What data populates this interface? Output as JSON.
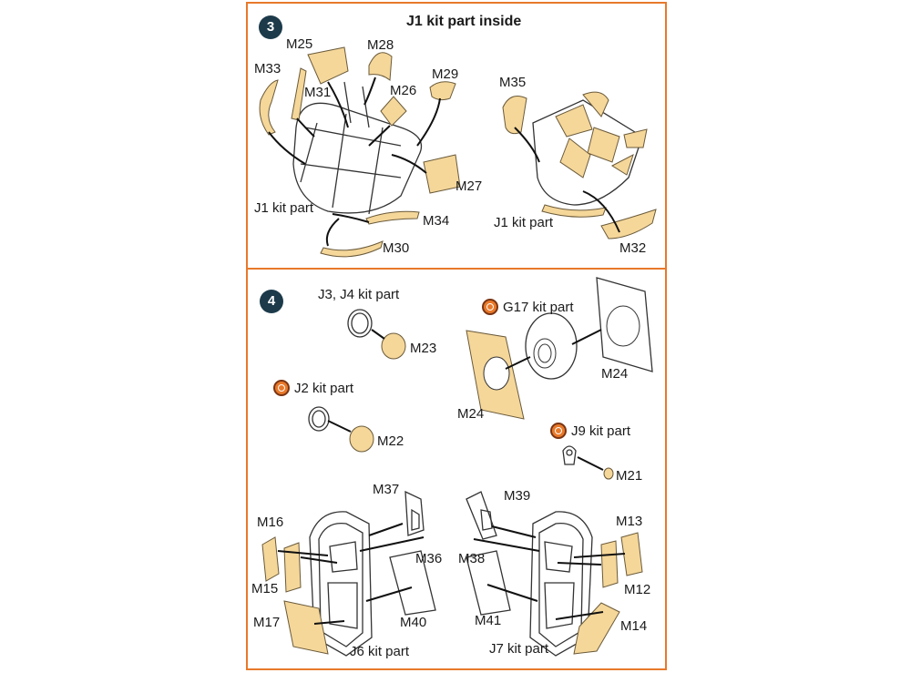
{
  "step3": {
    "number": "3",
    "title": "J1 kit part inside",
    "labels": {
      "m25": "M25",
      "m28": "M28",
      "m33": "M33",
      "m31": "M31",
      "m26": "M26",
      "m29": "M29",
      "m35": "M35",
      "m27": "M27",
      "m34": "M34",
      "m30": "M30",
      "m32": "M32",
      "j1_left": "J1 kit part",
      "j1_right": "J1 kit part"
    }
  },
  "step4": {
    "number": "4",
    "labels": {
      "j3j4": "J3, J4 kit part",
      "m23": "M23",
      "g17": "G17 kit part",
      "m24_right": "M24",
      "j2": "J2 kit part",
      "m22": "M22",
      "m24_left": "M24",
      "j9": "J9 kit part",
      "m21": "M21",
      "m37": "M37",
      "m39": "M39",
      "m16": "M16",
      "m13": "M13",
      "m36": "M36",
      "m38": "M38",
      "m15": "M15",
      "m12": "M12",
      "m17": "M17",
      "m40": "M40",
      "m41": "M41",
      "m14": "M14",
      "j6": "J6 kit part",
      "j7": "J7 kit part"
    }
  },
  "colors": {
    "border": "#e8792a",
    "mask_fill": "#f5d79a",
    "step_badge": "#1c3a4a",
    "reference_icon": "#e8792a"
  }
}
